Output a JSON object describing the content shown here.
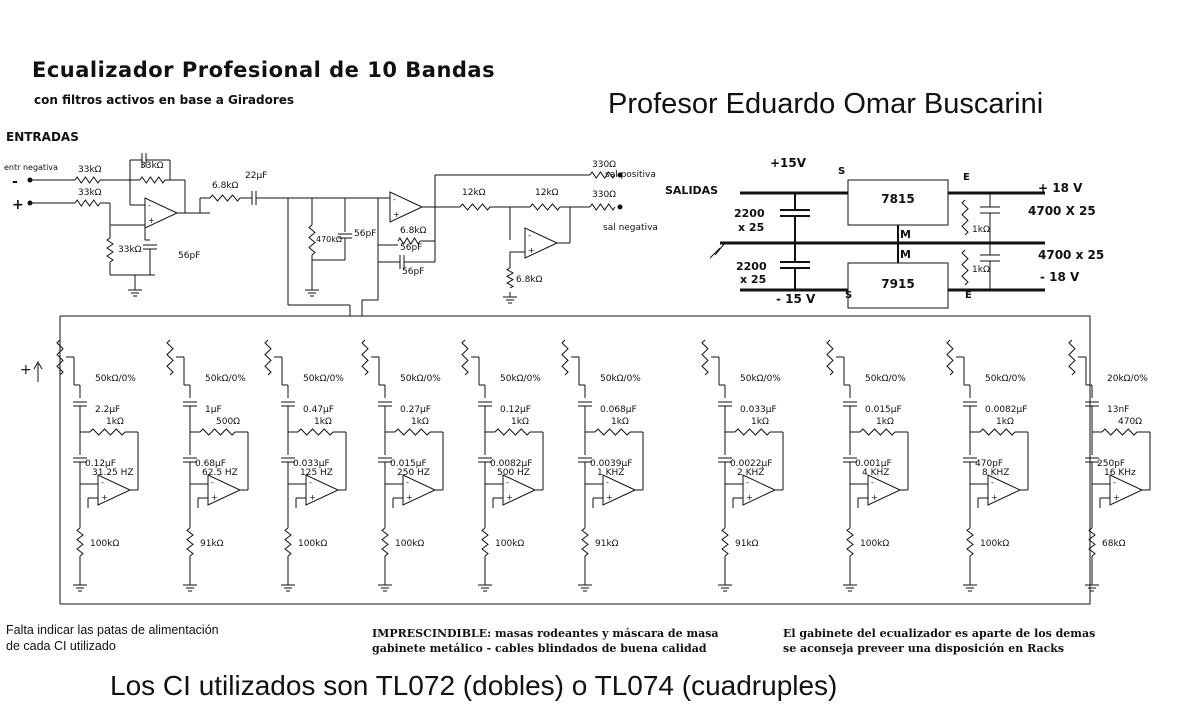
{
  "header": {
    "title": "Ecualizador Profesional de 10 Bandas",
    "subtitle": "con filtros activos en base a Giradores",
    "author": "Profesor Eduardo Omar Buscarini",
    "inputs_label": "ENTRADAS",
    "outputs_label": "SALIDAS"
  },
  "input_stage": {
    "neg_input": "entr negativa",
    "minus": "-",
    "plus": "+",
    "r_in_neg": "33kΩ",
    "r_in_pos": "33kΩ",
    "r_feedback": "33kΩ",
    "r_ground": "33kΩ",
    "c_ground": "56pF",
    "r_series": "6.8kΩ",
    "c_coupling": "22µF",
    "r_shunt": "470kΩ",
    "c_shunt": "56pF",
    "r_fb2": "6.8kΩ",
    "c_fb2": "56pF",
    "r_fb2b": "56pF",
    "r_out_pos": "330Ω",
    "out_pos": "sal positiva",
    "r_a": "12kΩ",
    "r_b": "12kΩ",
    "r_out_neg": "330Ω",
    "out_neg": "sal negativa",
    "r_inv_gnd": "6.8kΩ"
  },
  "power_supply": {
    "pos_voltage": "+15V",
    "neg_voltage": "- 15 V",
    "cap_top": "2200",
    "cap_top_v": "x 25",
    "cap_bot": "2200",
    "cap_bot_v": "x 25",
    "reg_pos": "7815",
    "reg_neg": "7915",
    "pin_s_top": "S",
    "pin_e_top": "E",
    "pin_m_top": "M",
    "pin_m_bot": "M",
    "pin_s_bot": "S",
    "pin_e_bot": "E",
    "r_top": "1kΩ",
    "r_bot": "1kΩ",
    "out_pos_v": "+ 18 V",
    "cap_out_top": "4700 X 25",
    "cap_out_bot": "4700 x 25",
    "out_neg_v": "- 18 V"
  },
  "plus_marker": "+",
  "bands": [
    {
      "pot": "50kΩ/0%",
      "c1": "2.2µF",
      "r1": "1kΩ",
      "c2": "0.12µF",
      "freq": "31.25 HZ",
      "rg": "100kΩ"
    },
    {
      "pot": "50kΩ/0%",
      "c1": "1µF",
      "r1": "500Ω",
      "c2": "0.68µF",
      "freq": "62.5 HZ",
      "rg": "91kΩ"
    },
    {
      "pot": "50kΩ/0%",
      "c1": "0.47µF",
      "r1": "1kΩ",
      "c2": "0.033µF",
      "freq": "125 HZ",
      "rg": "100kΩ"
    },
    {
      "pot": "50kΩ/0%",
      "c1": "0.27µF",
      "r1": "1kΩ",
      "c2": "0.015µF",
      "freq": "250 HZ",
      "rg": "100kΩ"
    },
    {
      "pot": "50kΩ/0%",
      "c1": "0.12µF",
      "r1": "1kΩ",
      "c2": "0.0082µF",
      "freq": "500 HZ",
      "rg": "100kΩ"
    },
    {
      "pot": "50kΩ/0%",
      "c1": "0.068µF",
      "r1": "1kΩ",
      "c2": "0.0039µF",
      "freq": "1 KHZ",
      "rg": "91kΩ"
    },
    {
      "pot": "50kΩ/0%",
      "c1": "0.033µF",
      "r1": "1kΩ",
      "c2": "0.0022µF",
      "freq": "2 KHZ",
      "rg": "91kΩ"
    },
    {
      "pot": "50kΩ/0%",
      "c1": "0.015µF",
      "r1": "1kΩ",
      "c2": "0.001µF",
      "freq": "4 KHZ",
      "rg": "100kΩ"
    },
    {
      "pot": "50kΩ/0%",
      "c1": "0.0082µF",
      "r1": "1kΩ",
      "c2": "470pF",
      "freq": "8 KHZ",
      "rg": "100kΩ"
    },
    {
      "pot": "20kΩ/0%",
      "c1": "13nF",
      "r1": "470Ω",
      "c2": "250pF",
      "freq": "16 KHz",
      "rg": "68kΩ"
    }
  ],
  "notes": {
    "left_1": "Falta indicar las patas de alimentación",
    "left_2": "de cada CI utilizado",
    "mid_1": "IMPRESCINDIBLE: masas rodeantes y máscara de masa",
    "mid_2": "gabinete metálico - cables blindados de buena calidad",
    "right_1": "El gabinete del ecualizador es aparte de los demas",
    "right_2": "se aconseja preveer una disposición en Racks"
  },
  "footer": "Los CI utilizados son TL072 (dobles) o TL074 (cuadruples)"
}
